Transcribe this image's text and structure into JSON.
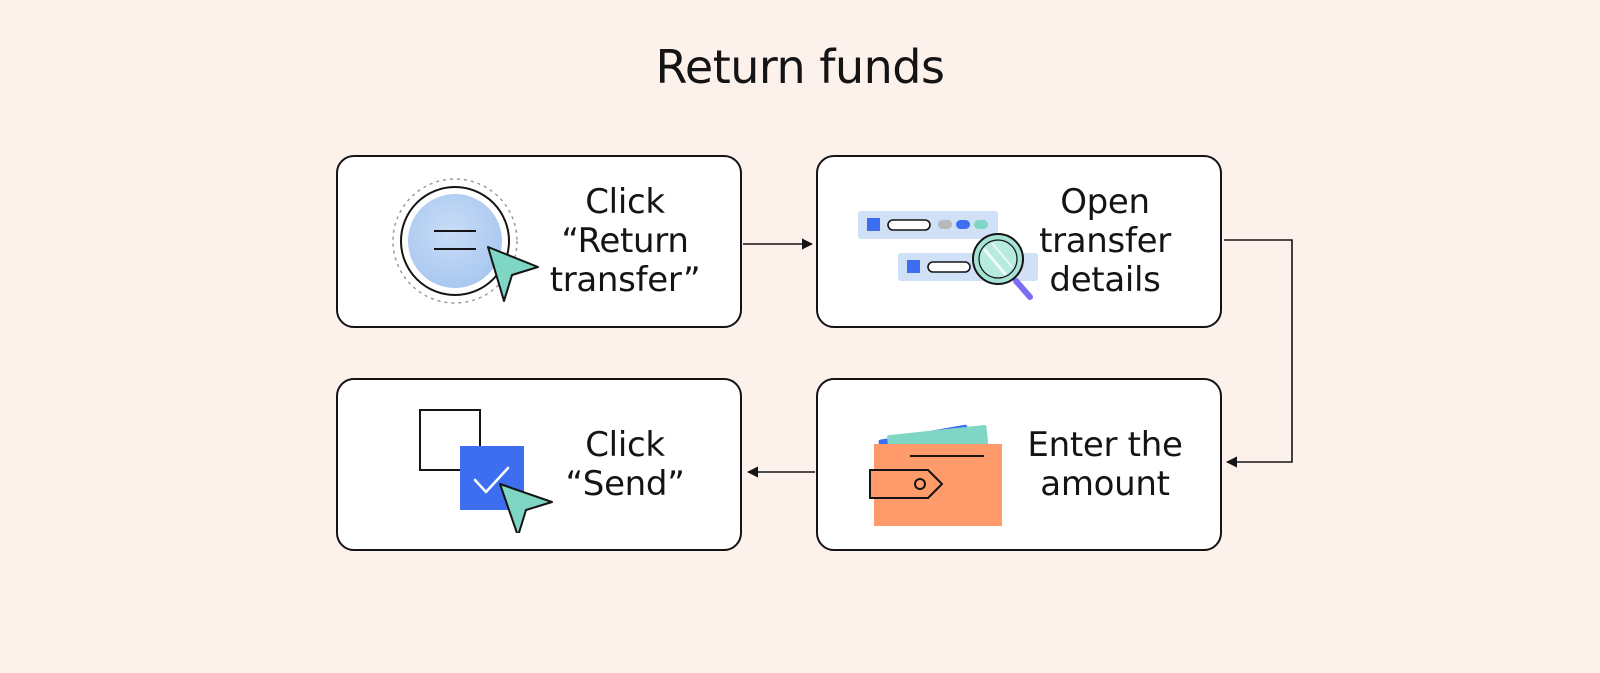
{
  "title": "Return funds",
  "steps": [
    {
      "label": "Click\n“Return\ntransfer”",
      "icon": "return-button-cursor-icon"
    },
    {
      "label": "Open\ntransfer\ndetails",
      "icon": "transfer-details-magnifier-icon"
    },
    {
      "label": "Enter the\namount",
      "icon": "wallet-icon"
    },
    {
      "label": "Click\n“Send”",
      "icon": "checkbox-cursor-icon"
    }
  ],
  "colors": {
    "background": "#fdf1ec",
    "card": "#ffffff",
    "stroke": "#141414",
    "blue": "#3d6ef0",
    "teal": "#7fd6c4",
    "light_blue": "#cfe0f7",
    "wallet": "#ff9a6b"
  }
}
